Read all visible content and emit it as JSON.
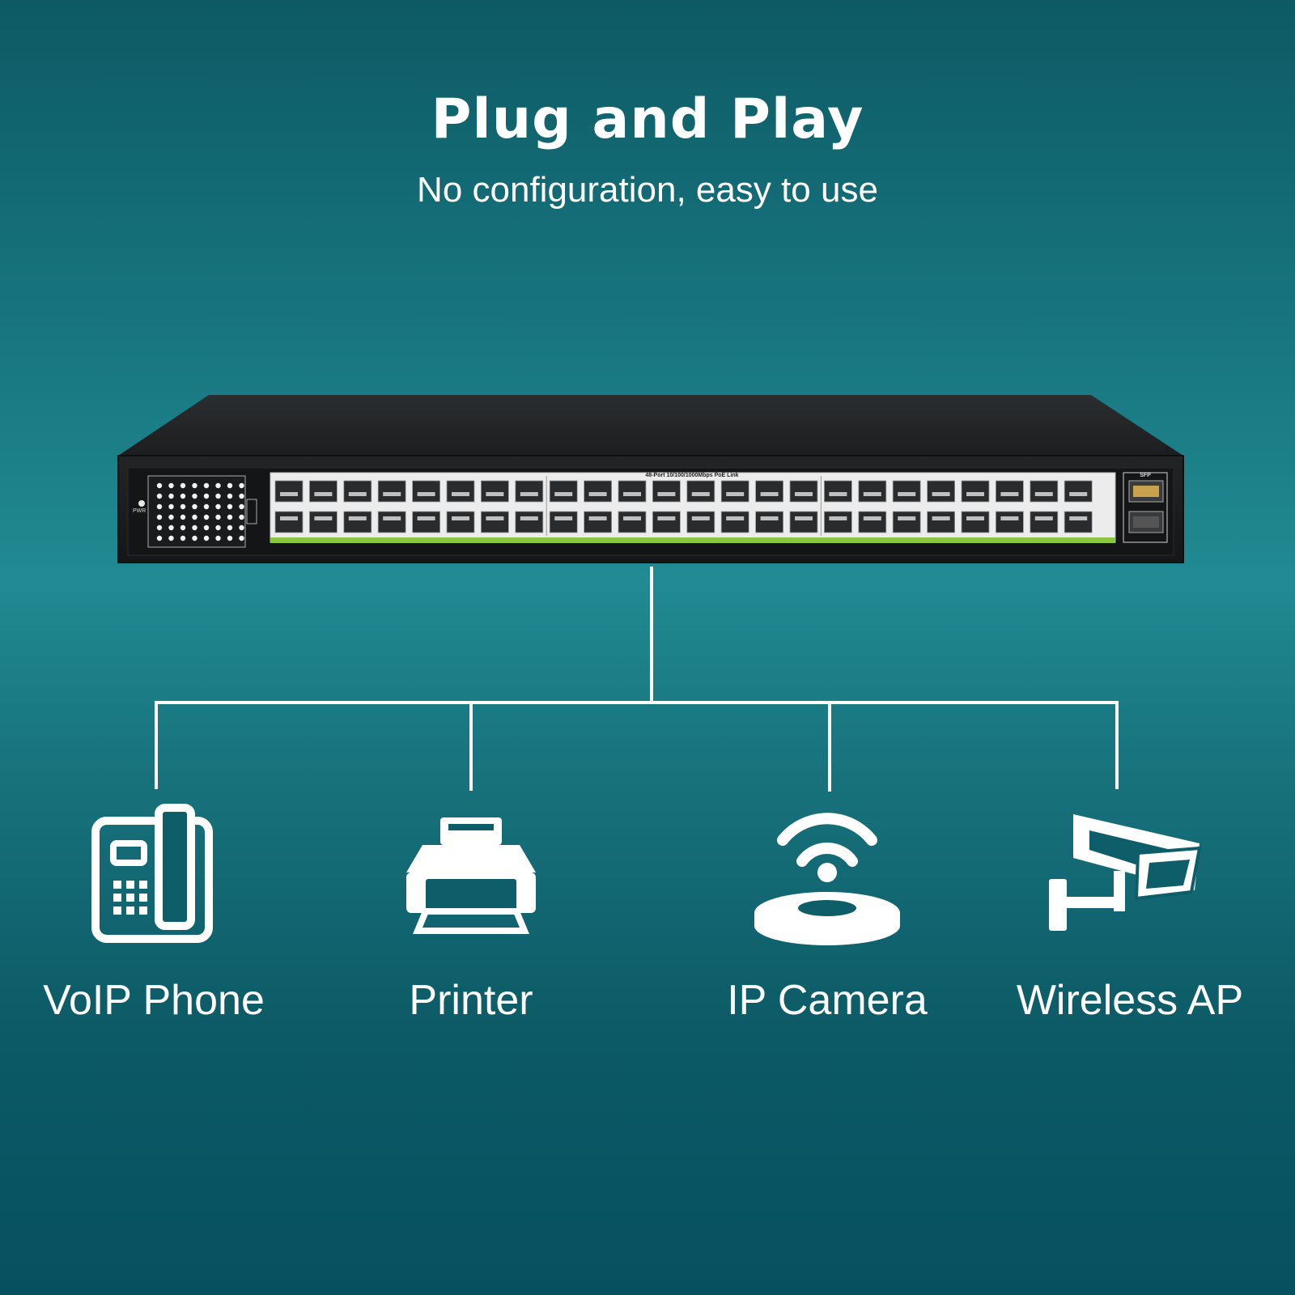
{
  "headline": "Plug and Play",
  "subline": "No configuration, easy to use",
  "switch": {
    "panel_label": "48-Port 10/100/1000Mbps PoE Link",
    "sfp_label": "SFP",
    "pwr_label": "PWR",
    "port_count": 48,
    "sfp_ports": [
      "49",
      "50"
    ],
    "port_led_color": "#8cc63f"
  },
  "devices": [
    {
      "label": "VoIP Phone",
      "icon": "voip-phone-icon"
    },
    {
      "label": "Printer",
      "icon": "printer-icon"
    },
    {
      "label": "IP Camera",
      "icon": "wireless-ap-icon"
    },
    {
      "label": "Wireless AP",
      "icon": "security-camera-icon"
    }
  ],
  "colors": {
    "background_top": "#0d5a64",
    "background_mid": "#218a92",
    "background_bottom": "#075060",
    "text": "#ffffff",
    "switch_body": "#1f2122"
  }
}
